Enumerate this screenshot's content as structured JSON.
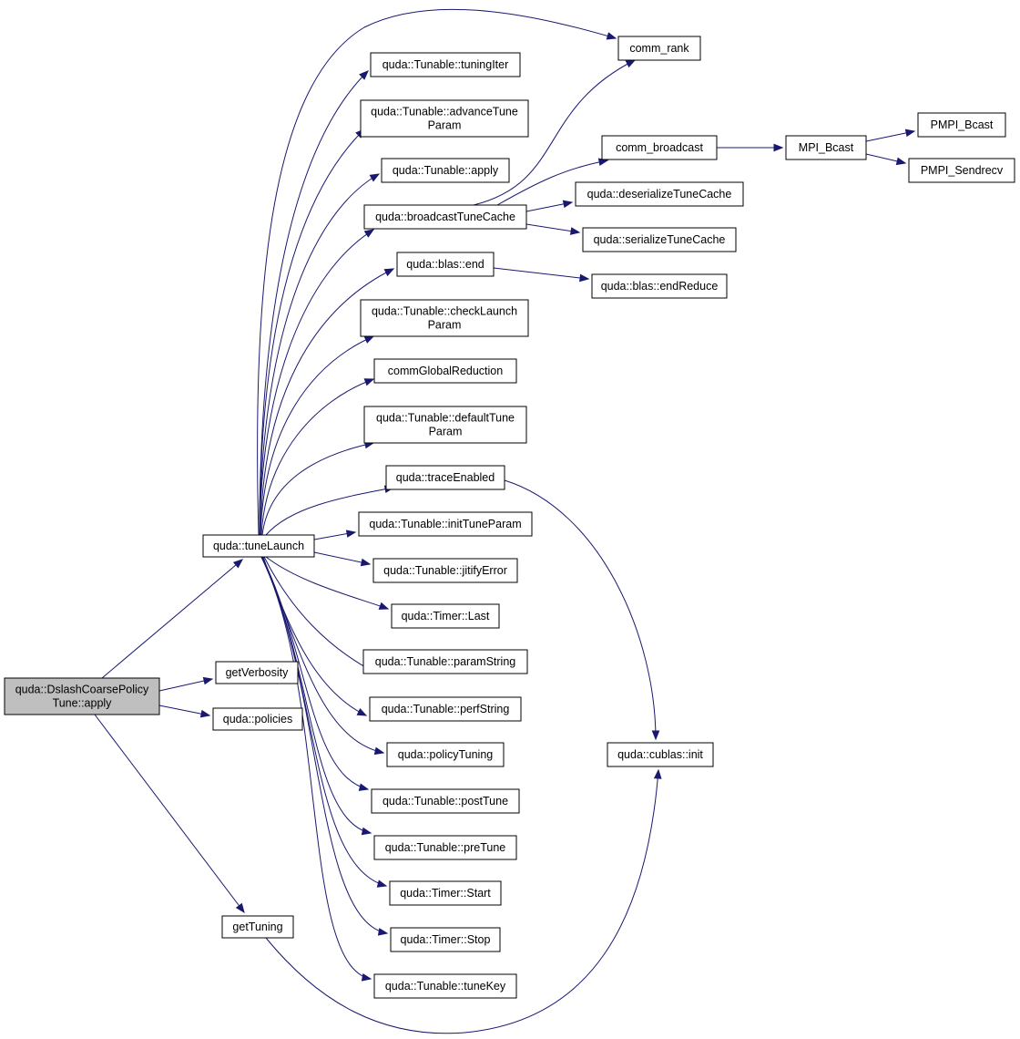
{
  "colors": {
    "edge": "#191970",
    "root_fill": "#bfbfbf",
    "node_fill": "#ffffff",
    "node_border": "#000000"
  },
  "nodes": [
    {
      "id": "root",
      "lines": [
        "quda::DslashCoarsePolicy",
        "Tune::apply"
      ],
      "root": true
    },
    {
      "id": "tuneLaunch",
      "lines": [
        "quda::tuneLaunch"
      ]
    },
    {
      "id": "getVerbosity",
      "lines": [
        "getVerbosity"
      ]
    },
    {
      "id": "policies",
      "lines": [
        "quda::policies"
      ]
    },
    {
      "id": "getTuning",
      "lines": [
        "getTuning"
      ]
    },
    {
      "id": "comm_rank",
      "lines": [
        "comm_rank"
      ]
    },
    {
      "id": "tuningIter",
      "lines": [
        "quda::Tunable::tuningIter"
      ]
    },
    {
      "id": "advanceTuneParam",
      "lines": [
        "quda::Tunable::advanceTune",
        "Param"
      ]
    },
    {
      "id": "tunableApply",
      "lines": [
        "quda::Tunable::apply"
      ]
    },
    {
      "id": "broadcastTuneCache",
      "lines": [
        "quda::broadcastTuneCache"
      ]
    },
    {
      "id": "blasEnd",
      "lines": [
        "quda::blas::end"
      ]
    },
    {
      "id": "checkLaunchParam",
      "lines": [
        "quda::Tunable::checkLaunch",
        "Param"
      ]
    },
    {
      "id": "commGlobalReduction",
      "lines": [
        "commGlobalReduction"
      ]
    },
    {
      "id": "defaultTuneParam",
      "lines": [
        "quda::Tunable::defaultTune",
        "Param"
      ]
    },
    {
      "id": "traceEnabled",
      "lines": [
        "quda::traceEnabled"
      ]
    },
    {
      "id": "initTuneParam",
      "lines": [
        "quda::Tunable::initTuneParam"
      ]
    },
    {
      "id": "jitifyError",
      "lines": [
        "quda::Tunable::jitifyError"
      ]
    },
    {
      "id": "timerLast",
      "lines": [
        "quda::Timer::Last"
      ]
    },
    {
      "id": "paramString",
      "lines": [
        "quda::Tunable::paramString"
      ]
    },
    {
      "id": "perfString",
      "lines": [
        "quda::Tunable::perfString"
      ]
    },
    {
      "id": "policyTuning",
      "lines": [
        "quda::policyTuning"
      ]
    },
    {
      "id": "postTune",
      "lines": [
        "quda::Tunable::postTune"
      ]
    },
    {
      "id": "preTune",
      "lines": [
        "quda::Tunable::preTune"
      ]
    },
    {
      "id": "timerStart",
      "lines": [
        "quda::Timer::Start"
      ]
    },
    {
      "id": "timerStop",
      "lines": [
        "quda::Timer::Stop"
      ]
    },
    {
      "id": "tuneKey",
      "lines": [
        "quda::Tunable::tuneKey"
      ]
    },
    {
      "id": "comm_broadcast",
      "lines": [
        "comm_broadcast"
      ]
    },
    {
      "id": "deserializeTuneCache",
      "lines": [
        "quda::deserializeTuneCache"
      ]
    },
    {
      "id": "serializeTuneCache",
      "lines": [
        "quda::serializeTuneCache"
      ]
    },
    {
      "id": "endReduce",
      "lines": [
        "quda::blas::endReduce"
      ]
    },
    {
      "id": "cublasInit",
      "lines": [
        "quda::cublas::init"
      ]
    },
    {
      "id": "MPI_Bcast",
      "lines": [
        "MPI_Bcast"
      ]
    },
    {
      "id": "PMPI_Bcast",
      "lines": [
        "PMPI_Bcast"
      ]
    },
    {
      "id": "PMPI_Sendrecv",
      "lines": [
        "PMPI_Sendrecv"
      ]
    }
  ],
  "edges": [
    [
      "root",
      "tuneLaunch"
    ],
    [
      "root",
      "getVerbosity"
    ],
    [
      "root",
      "policies"
    ],
    [
      "root",
      "getTuning"
    ],
    [
      "tuneLaunch",
      "comm_rank"
    ],
    [
      "tuneLaunch",
      "tuningIter"
    ],
    [
      "tuneLaunch",
      "advanceTuneParam"
    ],
    [
      "tuneLaunch",
      "tunableApply"
    ],
    [
      "tuneLaunch",
      "broadcastTuneCache"
    ],
    [
      "tuneLaunch",
      "blasEnd"
    ],
    [
      "tuneLaunch",
      "checkLaunchParam"
    ],
    [
      "tuneLaunch",
      "commGlobalReduction"
    ],
    [
      "tuneLaunch",
      "defaultTuneParam"
    ],
    [
      "tuneLaunch",
      "traceEnabled"
    ],
    [
      "tuneLaunch",
      "initTuneParam"
    ],
    [
      "tuneLaunch",
      "jitifyError"
    ],
    [
      "tuneLaunch",
      "timerLast"
    ],
    [
      "tuneLaunch",
      "paramString"
    ],
    [
      "tuneLaunch",
      "perfString"
    ],
    [
      "tuneLaunch",
      "policyTuning"
    ],
    [
      "tuneLaunch",
      "postTune"
    ],
    [
      "tuneLaunch",
      "preTune"
    ],
    [
      "tuneLaunch",
      "timerStart"
    ],
    [
      "tuneLaunch",
      "timerStop"
    ],
    [
      "tuneLaunch",
      "tuneKey"
    ],
    [
      "broadcastTuneCache",
      "comm_rank"
    ],
    [
      "broadcastTuneCache",
      "comm_broadcast"
    ],
    [
      "broadcastTuneCache",
      "deserializeTuneCache"
    ],
    [
      "broadcastTuneCache",
      "serializeTuneCache"
    ],
    [
      "blasEnd",
      "endReduce"
    ],
    [
      "traceEnabled",
      "cublasInit"
    ],
    [
      "getTuning",
      "cublasInit"
    ],
    [
      "comm_broadcast",
      "MPI_Bcast"
    ],
    [
      "MPI_Bcast",
      "PMPI_Bcast"
    ],
    [
      "MPI_Bcast",
      "PMPI_Sendrecv"
    ]
  ]
}
